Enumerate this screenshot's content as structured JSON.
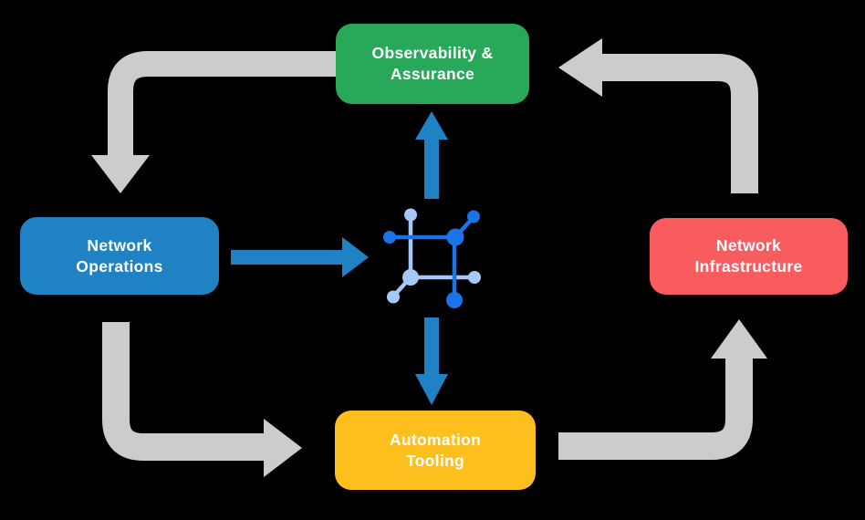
{
  "nodes": {
    "observability": {
      "line1": "Observability &",
      "line2": "Assurance",
      "color": "#28a95a"
    },
    "operations": {
      "line1": "Network",
      "line2": "Operations",
      "color": "#1f82c5"
    },
    "infrastructure": {
      "line1": "Network",
      "line2": "Infrastructure",
      "color": "#f95c5e"
    },
    "automation": {
      "line1": "Automation",
      "line2": "Tooling",
      "color": "#fcbf1e"
    }
  },
  "colors": {
    "background": "#000000",
    "text": "#ffffff",
    "arrow_gray": "#cccccc",
    "arrow_blue": "#1f82c5",
    "icon_dark": "#1a73e8",
    "icon_light": "#a6c8f7"
  },
  "icon": {
    "name": "network-automation-icon"
  },
  "edges": [
    {
      "from": "observability",
      "to": "operations",
      "style": "gray-cycle"
    },
    {
      "from": "operations",
      "to": "automation",
      "style": "gray-cycle"
    },
    {
      "from": "automation",
      "to": "infrastructure",
      "style": "gray-cycle"
    },
    {
      "from": "infrastructure",
      "to": "observability",
      "style": "gray-cycle"
    },
    {
      "from": "operations",
      "to": "network-automation-icon",
      "style": "blue"
    },
    {
      "from": "network-automation-icon",
      "to": "observability",
      "style": "blue"
    },
    {
      "from": "network-automation-icon",
      "to": "automation",
      "style": "blue"
    }
  ]
}
